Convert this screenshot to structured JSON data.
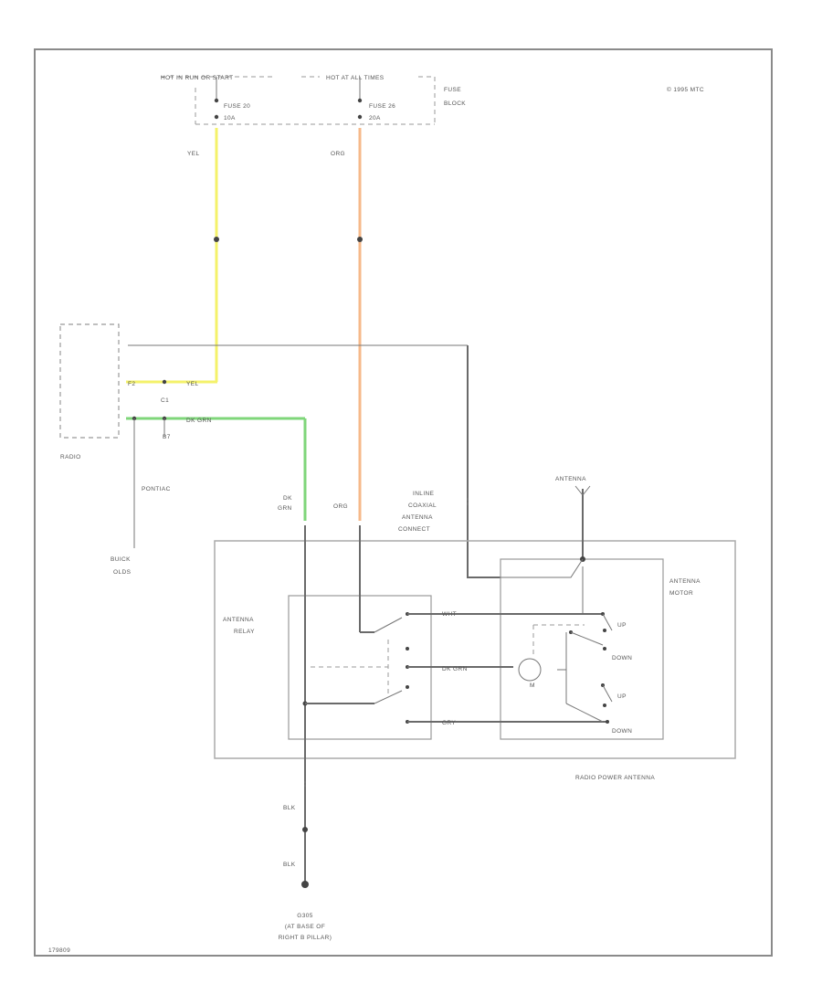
{
  "header": {
    "hot_run_start": "HOT IN RUN OR START",
    "hot_all_times": "HOT AT ALL TIMES",
    "fuse_block": [
      "FUSE",
      "BLOCK"
    ],
    "fuse_20": [
      "FUSE 20",
      "10A"
    ],
    "fuse_26": [
      "FUSE 26",
      "20A"
    ],
    "copyright": "© 1995 MTC"
  },
  "wires": {
    "yel": "YEL",
    "org": "ORG",
    "dk_grn": "DK GRN",
    "dk_grn_stack": [
      "DK",
      "GRN"
    ],
    "wht": "WHT",
    "gry": "GRY",
    "blk": "BLK"
  },
  "radio": {
    "label": "RADIO",
    "pin_f2": "F2",
    "pin_c1": "C1",
    "pin_b7": "B7",
    "pontiac": "PONTIAC",
    "buick_olds": [
      "BUICK",
      "OLDS"
    ]
  },
  "coax": [
    "INLINE",
    "COAXIAL",
    "ANTENNA",
    "CONNECT"
  ],
  "antenna": "ANTENNA",
  "motor": {
    "label": [
      "ANTENNA",
      "MOTOR"
    ],
    "up": "UP",
    "down": "DOWN",
    "m": "M"
  },
  "relay": {
    "label": [
      "ANTENNA",
      "RELAY"
    ]
  },
  "assembly": "RADIO POWER ANTENNA",
  "ground": [
    "G305",
    "(AT BASE OF",
    "RIGHT B PILLAR)"
  ],
  "figure_id": "179809",
  "colors": {
    "yel_wire": "#f4f26a",
    "org_wire": "#f6b98a",
    "grn_wire": "#7fd67a",
    "wire": "#6a6a6a",
    "frame": "#8a8a8a"
  }
}
